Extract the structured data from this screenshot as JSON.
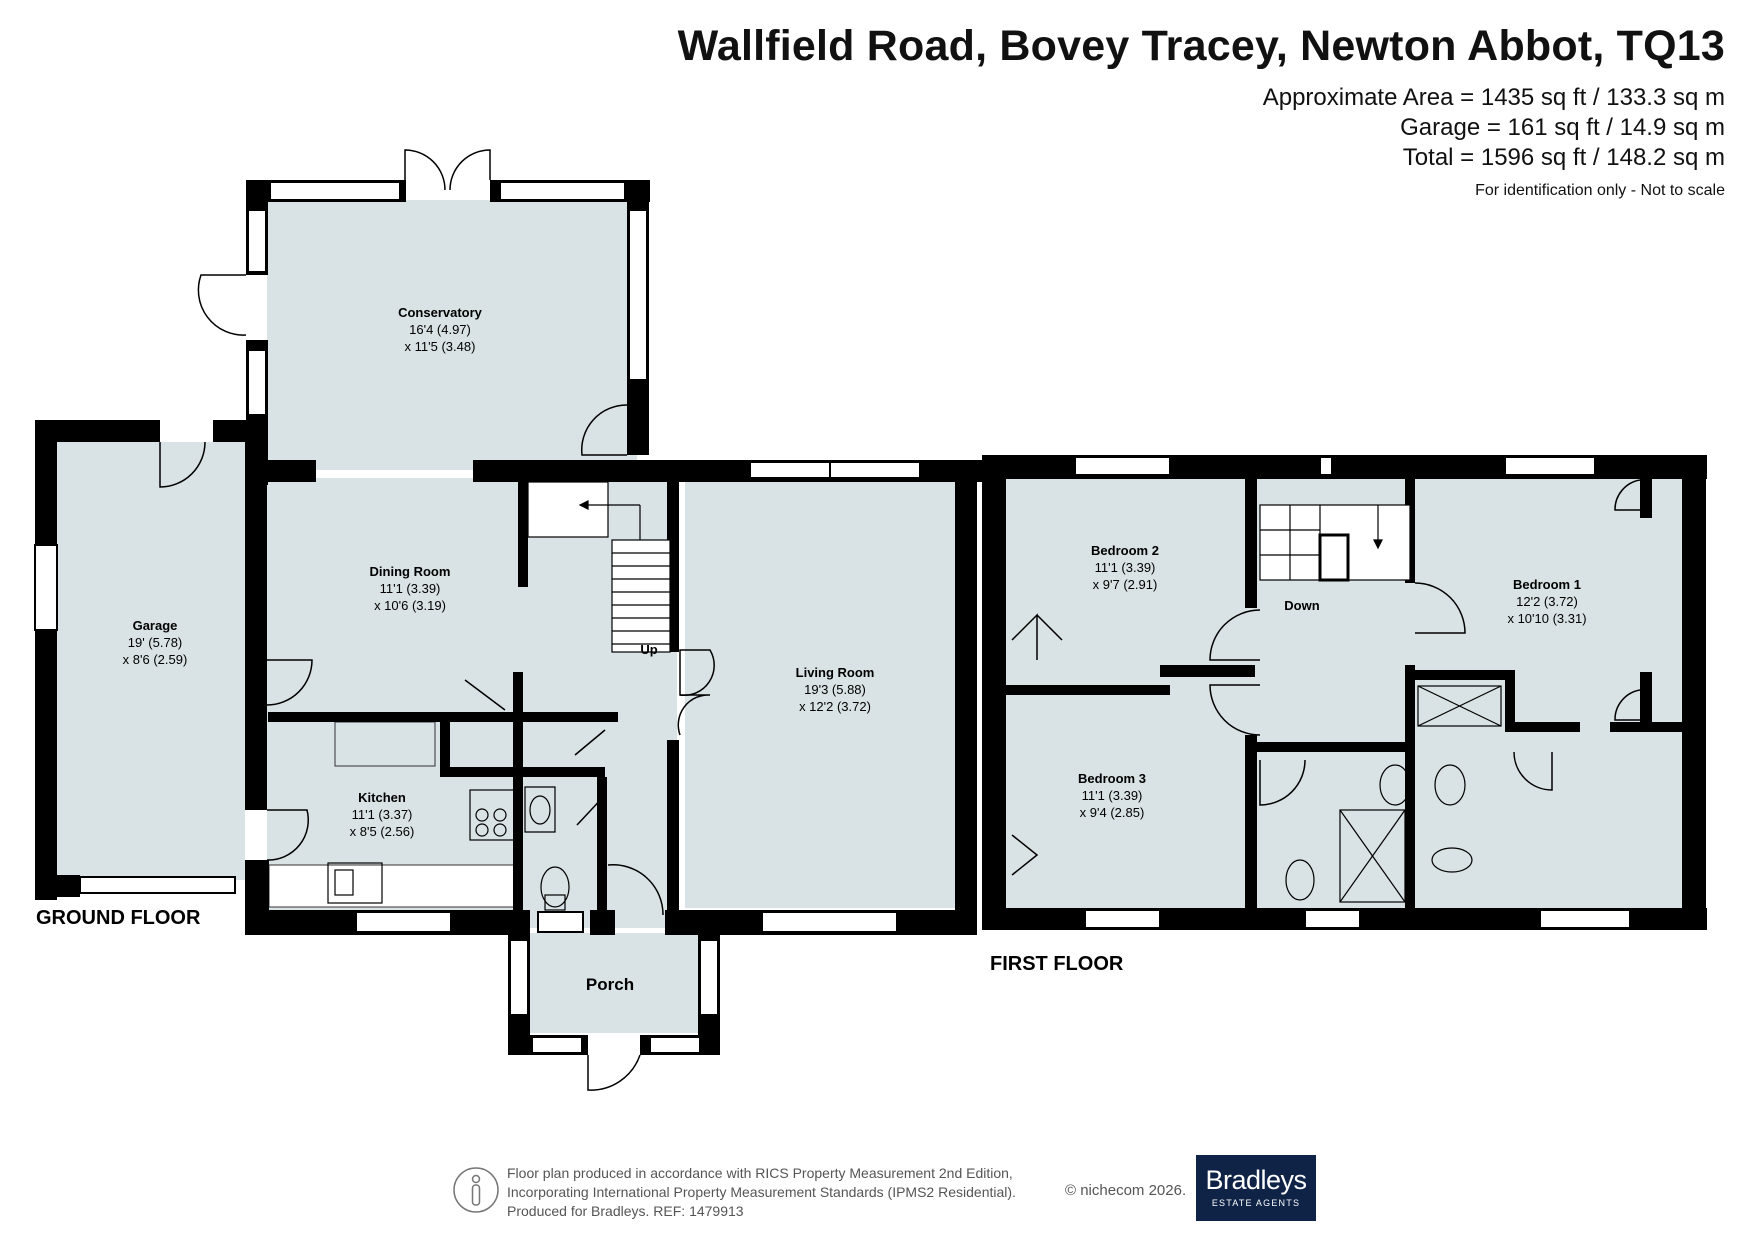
{
  "header": {
    "title": "Wallfield Road, Bovey Tracey, Newton Abbot, TQ13",
    "approx_area": "Approximate Area = 1435 sq ft / 133.3 sq m",
    "garage_area": "Garage = 161 sq ft / 14.9 sq m",
    "total_area": "Total = 1596 sq ft / 148.2 sq m",
    "note": "For identification only - Not to scale"
  },
  "floors": {
    "ground": "GROUND FLOOR",
    "first": "FIRST FLOOR"
  },
  "rooms": {
    "conservatory": {
      "name": "Conservatory",
      "dim1": "16'4 (4.97)",
      "dim2": "x 11'5 (3.48)"
    },
    "dining": {
      "name": "Dining Room",
      "dim1": "11'1 (3.39)",
      "dim2": "x 10'6 (3.19)"
    },
    "garage": {
      "name": "Garage",
      "dim1": "19' (5.78)",
      "dim2": "x 8'6 (2.59)"
    },
    "kitchen": {
      "name": "Kitchen",
      "dim1": "11'1 (3.37)",
      "dim2": "x 8'5 (2.56)"
    },
    "living": {
      "name": "Living Room",
      "dim1": "19'3 (5.88)",
      "dim2": "x 12'2 (3.72)"
    },
    "porch": {
      "name": "Porch"
    },
    "bedroom2": {
      "name": "Bedroom 2",
      "dim1": "11'1 (3.39)",
      "dim2": "x 9'7 (2.91)"
    },
    "bedroom3": {
      "name": "Bedroom 3",
      "dim1": "11'1 (3.39)",
      "dim2": "x 9'4 (2.85)"
    },
    "bedroom1": {
      "name": "Bedroom 1",
      "dim1": "12'2 (3.72)",
      "dim2": "x 10'10 (3.31)"
    }
  },
  "stairs": {
    "up": "Up",
    "down": "Down"
  },
  "footer": {
    "line1": "Floor plan produced in accordance with RICS Property Measurement 2nd Edition,",
    "line2": "Incorporating International Property Measurement Standards (IPMS2 Residential).",
    "line3": "Produced for Bradleys.   REF: 1479913",
    "copyright": "© nichecom 2026."
  },
  "logo": {
    "name": "Bradleys",
    "tagline": "ESTATE AGENTS"
  },
  "colors": {
    "room_fill": "#d9e2e5",
    "wall": "#000000",
    "window": "#ffffff",
    "logo_bg": "#0f2347"
  }
}
